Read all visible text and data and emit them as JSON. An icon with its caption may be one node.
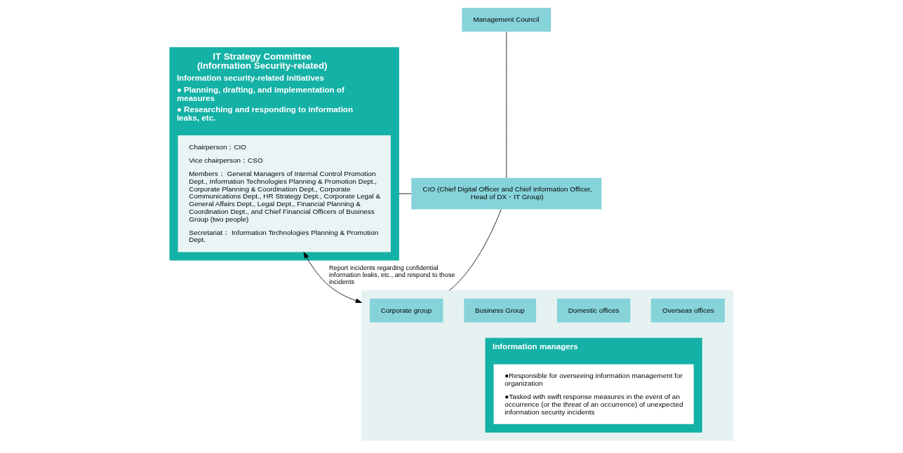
{
  "diagram": {
    "nodes": [
      {
        "text": [
          "IT Strategy Committee (Information Security-related)",
          "Information security-related initiatives",
          "● Planning, drafting, and implementation of measures",
          "● Researching and responding to information leaks, etc."
        ]
      },
      {
        "text": [
          "Chairperson：CIO",
          "Vice chairperson：CSO",
          "Members： General Managers of Internal Control Promotion Dept., Information Technologies Planning & Promotion Dept., Corporate Planning & Coordination Dept., Corporate Communications Dept., HR Strategy Dept., Corporate Legal & General Affairs Dept., Legal Dept., Financial Planning & Coordination Dept., and Chief Financial Officers of Business Group (two people)",
          "Secretariat： Information Technologies Planning & Promotion Dept."
        ],
        "in": 0
      },
      {
        "text": [
          "Management Council"
        ]
      },
      {
        "text": [
          "CIO (Chief Digital Officer and Chief Information Officer, Head of DX・IT Group)"
        ]
      },
      {
        "text": [],
        "shape": "box"
      },
      {
        "text": [
          "Corporate group"
        ],
        "in": 4
      },
      {
        "text": [
          "Business Group"
        ],
        "in": 4
      },
      {
        "text": [
          "Domestic offices"
        ],
        "in": 4
      },
      {
        "text": [
          "Overseas offices"
        ],
        "in": 4
      },
      {
        "text": [
          "Information managers"
        ],
        "in": 4
      },
      {
        "text": [
          "●Responsible for overseeing information management for organization",
          "●Tasked with swift response measures in the event of an occurrence (or the threat of an occurrence) of unexpected information security incidents"
        ],
        "in": 9
      }
    ],
    "edges": [
      {
        "from": 2,
        "to": 3,
        "arrow": "none"
      },
      {
        "from": 0,
        "to": 3,
        "arrow": "none"
      },
      {
        "from": 3,
        "to": 4,
        "arrow": "none"
      },
      {
        "from": 1,
        "to": 4,
        "arrow": "both",
        "label": "Report incidents regarding confidential information leaks, etc., and respond to those incidents"
      }
    ]
  }
}
